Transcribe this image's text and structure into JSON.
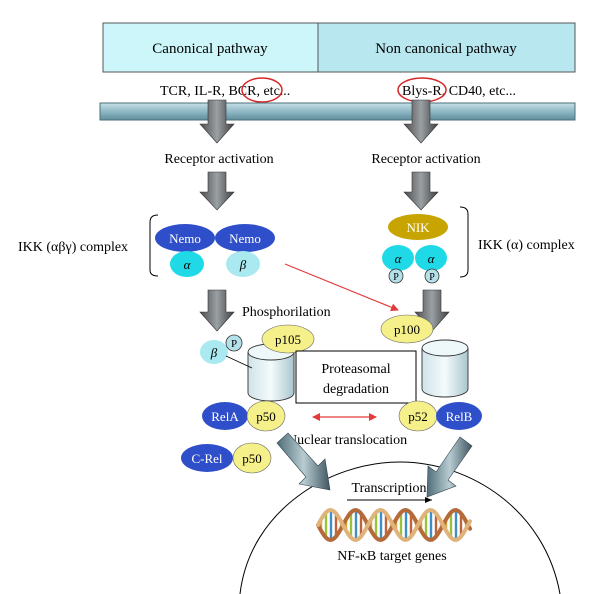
{
  "header": {
    "canonical_label": "Canonical pathway",
    "noncanonical_label": "Non canonical pathway",
    "canonical_color": "#ccf6fa",
    "noncanonical_color": "#b9e7f0"
  },
  "receptors": {
    "canonical": [
      "TCR, IL-R, ",
      "BCR",
      ", etc..."
    ],
    "noncanonical": [
      "Blys-R",
      ", CD40, etc..."
    ]
  },
  "activation": {
    "canonical_label": "Receptor activation",
    "noncanonical_label": "Receptor activation"
  },
  "ikk_canonical": {
    "label": "IKK (αβγ) complex",
    "nemo_left": "Nemo",
    "nemo_right": "Nemo",
    "alpha": "α",
    "beta": "β"
  },
  "ikk_noncanonical": {
    "label": "IKK (α) complex",
    "nik": "NIK",
    "alpha_left": "α",
    "alpha_right": "α",
    "p_left": "P",
    "p_right": "P"
  },
  "proteins": {
    "phosphorilation_label": "Phosphorilation",
    "beta": "β",
    "p": "P",
    "p105": "p105",
    "p100": "p100",
    "rela": "RelA",
    "p50_a": "p50",
    "p52": "p52",
    "relb": "RelB",
    "crel": "C-Rel",
    "p50_b": "p50"
  },
  "degradation": {
    "line1": "Proteasomal",
    "line2": "degradation"
  },
  "nucleus": {
    "translocation_label": "Nuclear translocation",
    "transcription_label": "Transcription",
    "target_genes_label": "NF-κB target genes"
  },
  "colors": {
    "dark_blue": "#2e4fc9",
    "cyan": "#1fd9e6",
    "yellow": "#f5f08a",
    "gold": "#c8a400",
    "light_cyan": "#a9e9ef",
    "red": "#e23b3b",
    "membrane": "#8fb8c4"
  }
}
